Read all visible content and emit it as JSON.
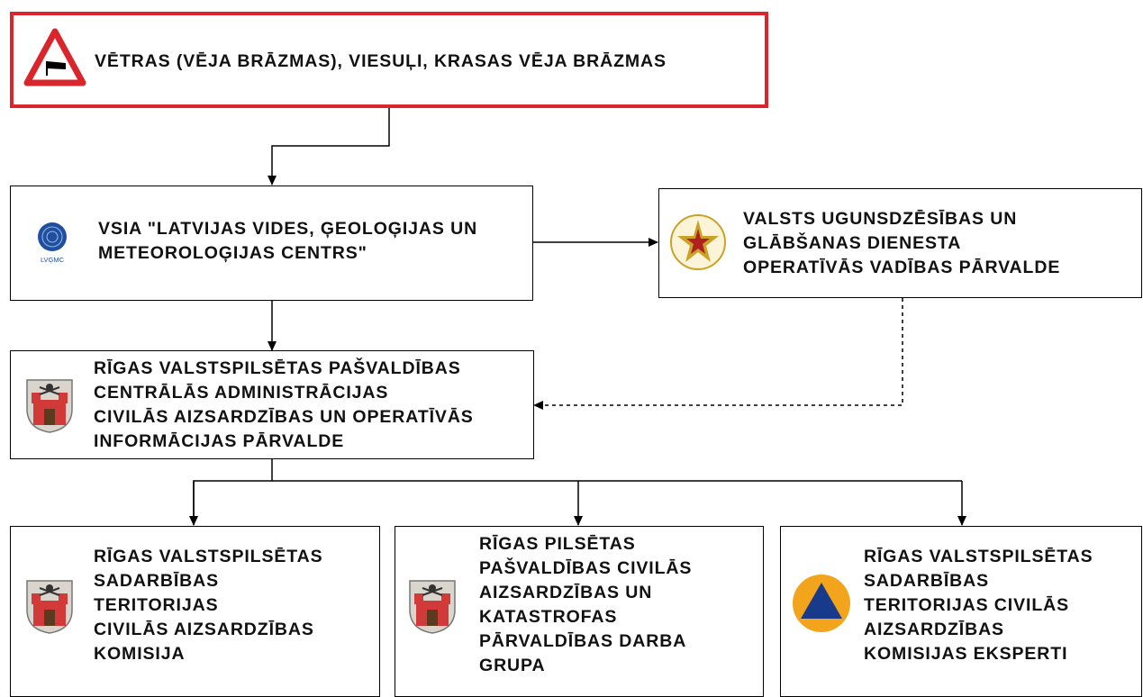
{
  "nodes": {
    "hazard": {
      "title": "VĒTRAS (VĒJA BRĀZMAS), VIESUĻI, KRASAS VĒJA BRĀZMAS"
    },
    "lvgmc": {
      "lines": [
        "VSIA \"LATVIJAS VIDES, ĢEOLOĢIJAS UN",
        "METEOROLOĢIJAS CENTRS\""
      ],
      "logo_text": "LVĢMC"
    },
    "vugd": {
      "lines": [
        "VALSTS UGUNSDZĒSĪBAS UN",
        "GLĀBŠANAS DIENESTA",
        "OPERATĪVĀS VADĪBAS PĀRVALDE"
      ]
    },
    "riga_admin": {
      "lines": [
        "RĪGAS VALSTSPILSĒTAS PAŠVALDĪBAS",
        "CENTRĀLĀS ADMINISTRĀCIJAS",
        "CIVILĀS AIZSARDZĪBAS UN OPERATĪVĀS",
        "INFORMĀCIJAS PĀRVALDE"
      ]
    },
    "commission": {
      "lines": [
        "RĪGAS VALSTSPILSĒTAS",
        "SADARBĪBAS",
        "TERITORIJAS",
        "CIVILĀS AIZSARDZĪBAS",
        "KOMISIJA"
      ]
    },
    "work_group": {
      "lines": [
        "RĪGAS PILSĒTAS",
        "PAŠVALDĪBAS CIVILĀS",
        "AIZSARDZĪBAS  UN",
        "KATASTROFAS",
        "PĀRVALDĪBAS DARBA",
        "GRUPA"
      ]
    },
    "experts": {
      "lines": [
        "RĪGAS VALSTSPILSĒTAS",
        "SADARBĪBAS",
        "TERITORIJAS CIVILĀS",
        "AIZSARDZĪBAS",
        "KOMISIJAS EKSPERTI"
      ]
    }
  },
  "icons": {
    "hazard": "wind-warning-sign-icon",
    "lvgmc": "lvgmc-globe-logo",
    "vugd": "vugd-star-emblem",
    "riga": "riga-coat-of-arms",
    "civil_defence": "civil-defence-triangle-icon"
  },
  "colors": {
    "hazard_border": "#d9262d",
    "riga_red": "#d23a3a",
    "civil_defence_orange": "#f2a41c",
    "civil_defence_blue": "#173a8a",
    "vugd_gold": "#c9a227",
    "lvgmc_blue": "#1f4f9e"
  }
}
